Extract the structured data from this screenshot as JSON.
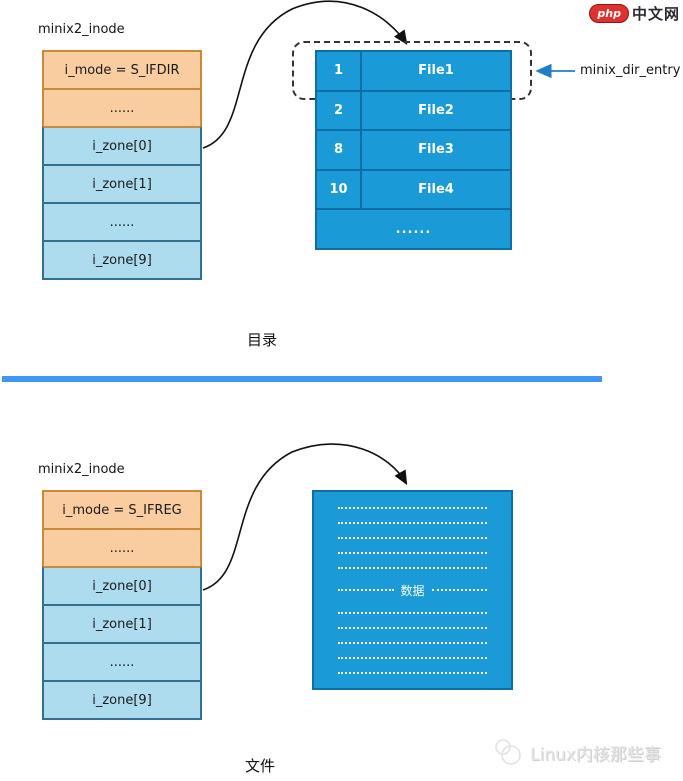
{
  "logo": {
    "badge": "php",
    "text": "中文网"
  },
  "top": {
    "inode_title": "minix2_inode",
    "rows": [
      {
        "label": "i_mode = S_IFDIR"
      },
      {
        "label": "......"
      },
      {
        "label": "i_zone[0]"
      },
      {
        "label": "i_zone[1]"
      },
      {
        "label": "......"
      },
      {
        "label": "i_zone[9]"
      }
    ],
    "dir_table": {
      "entries": [
        {
          "num": "1",
          "name": "File1"
        },
        {
          "num": "2",
          "name": "File2"
        },
        {
          "num": "8",
          "name": "File3"
        },
        {
          "num": "10",
          "name": "File4"
        }
      ],
      "more": "......"
    },
    "pointer_label": "minix_dir_entry",
    "caption": "目录"
  },
  "bottom": {
    "inode_title": "minix2_inode",
    "rows": [
      {
        "label": "i_mode = S_IFREG"
      },
      {
        "label": "......"
      },
      {
        "label": "i_zone[0]"
      },
      {
        "label": "i_zone[1]"
      },
      {
        "label": "......"
      },
      {
        "label": "i_zone[9]"
      }
    ],
    "data_label": "数据",
    "caption": "文件"
  },
  "watermark": "Linux内核那些事",
  "colors": {
    "orange_fill": "#FACDA0",
    "orange_border": "#C98B3A",
    "lightblue_fill": "#AEDCEF",
    "lightblue_border": "#31708F",
    "blue_fill": "#1B9AD8",
    "blue_border": "#0D6DA4",
    "divider": "#3E97F5",
    "logo_red": "#E0312E"
  }
}
